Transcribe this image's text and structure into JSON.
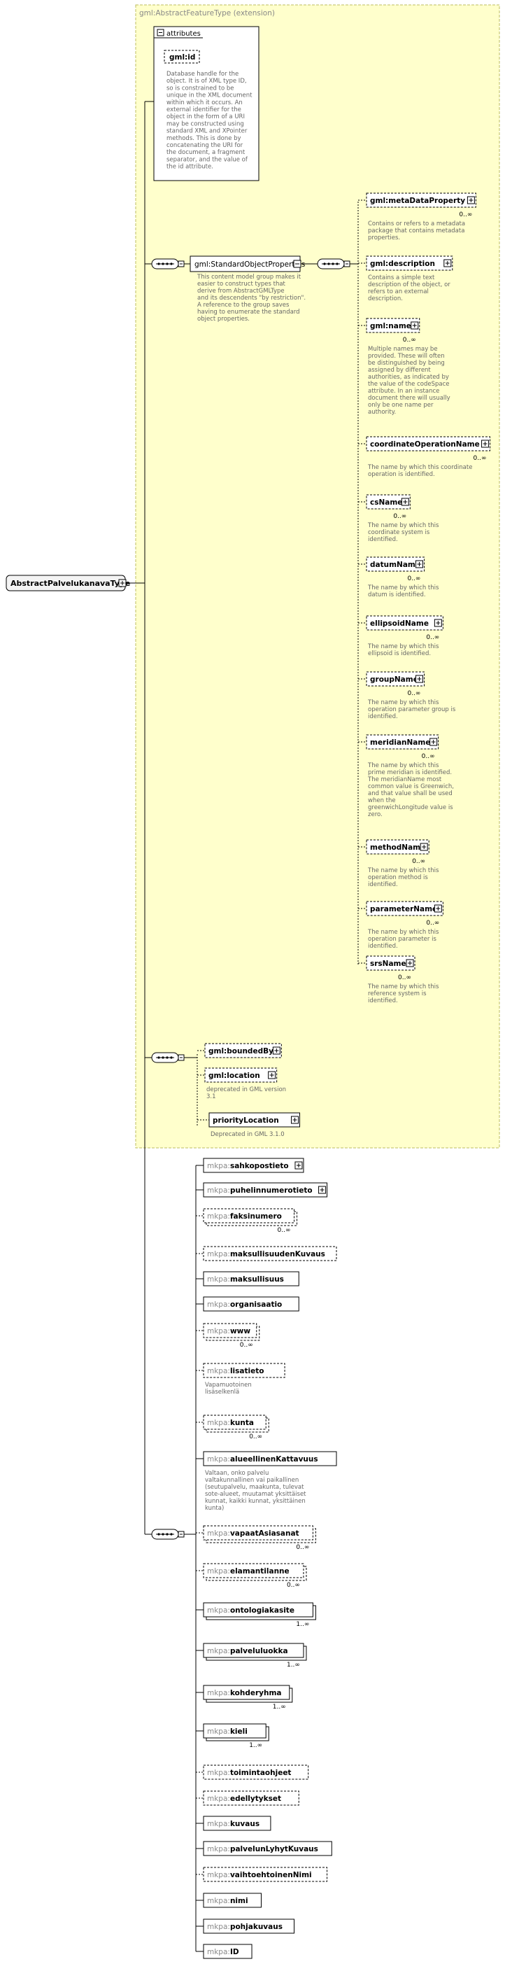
{
  "root_type": "AbstractPalvelukanavaType",
  "base_type": {
    "label": "gml:AbstractFeatureType",
    "qualifier": "(extension)"
  },
  "attributes_box": {
    "title": "attributes",
    "attribute": {
      "name": "gml:id",
      "doc": [
        "Database handle for the",
        "object.  It is of XML type ID,",
        "so is constrained to be",
        "unique in the XML document",
        "within which it occurs.  An",
        "external identifier for the",
        "object in the form of a URI",
        "may be constructed using",
        "standard XML and XPointer",
        "methods.  This is done by",
        "concatenating the URI for",
        "the document, a fragment",
        "separator, and the value of",
        "the id attribute."
      ]
    }
  },
  "standard_object_properties": {
    "name": "gml:StandardObjectProperties",
    "doc": [
      "This content model group makes it",
      "easier to construct types that",
      "derive from AbstractGMLType",
      "and its descendents \"by restriction\".",
      "A reference to the group saves",
      "having to enumerate the standard",
      "object properties."
    ],
    "elements": [
      {
        "name": "gml:metaDataProperty",
        "mult": "0..∞",
        "doc": [
          "Contains or refers to a metadata",
          "package that contains metadata",
          "properties."
        ]
      },
      {
        "name": "gml:description",
        "mult": "",
        "doc": [
          "Contains a simple text",
          "description of the object, or",
          "refers to an external",
          "description."
        ]
      },
      {
        "name": "gml:name",
        "mult": "0..∞",
        "doc": [
          "Multiple names may be",
          "provided.  These will often",
          "be distinguished by being",
          "assigned by different",
          "authorities, as indicated by",
          "the value of the codeSpace",
          "attribute.  In an instance",
          "document there will usually",
          "only be one name per",
          "authority."
        ]
      },
      {
        "name": "coordinateOperationName",
        "mult": "0..∞",
        "doc": [
          "The name by which this coordinate",
          "operation is identified."
        ]
      },
      {
        "name": "csName",
        "mult": "0..∞",
        "doc": [
          "The name by which this",
          "coordinate system is",
          "identified."
        ]
      },
      {
        "name": "datumName",
        "mult": "0..∞",
        "doc": [
          "The name by which this",
          "datum is identified."
        ]
      },
      {
        "name": "ellipsoidName",
        "mult": "0..∞",
        "doc": [
          "The name by which this",
          "ellipsoid is identified."
        ]
      },
      {
        "name": "groupName",
        "mult": "0..∞",
        "doc": [
          "The name by which this",
          "operation parameter group is",
          "identified."
        ]
      },
      {
        "name": "meridianName",
        "mult": "0..∞",
        "doc": [
          "The name by which this",
          "prime meridian is identified.",
          "The meridianName most",
          "common value is Greenwich,",
          "and that value shall be used",
          "when the",
          "greenwichLongitude value is",
          "zero."
        ]
      },
      {
        "name": "methodName",
        "mult": "0..∞",
        "doc": [
          "The name by which this",
          "operation method is",
          "identified."
        ]
      },
      {
        "name": "parameterName",
        "mult": "0..∞",
        "doc": [
          "The name by which this",
          "operation parameter is",
          "identified."
        ]
      },
      {
        "name": "srsName",
        "mult": "0..∞",
        "doc": [
          "The name by which this",
          "reference system is",
          "identified."
        ]
      }
    ]
  },
  "feature_sequence": [
    {
      "name": "gml:boundedBy",
      "doc": []
    },
    {
      "name": "gml:location",
      "doc": [
        "deprecated in GML version",
        "3.1"
      ]
    },
    {
      "name": "priorityLocation",
      "doc": [
        "Deprecated in GML 3.1.0"
      ]
    }
  ],
  "extension_sequence": [
    {
      "prefix": "mkpa:",
      "name": "sahkopostieto",
      "mult": "",
      "doc": []
    },
    {
      "prefix": "mkpa:",
      "name": "puhelinnumerotieto",
      "mult": "",
      "doc": []
    },
    {
      "prefix": "mkpa:",
      "name": "faksinumero",
      "mult": "0..∞",
      "doc": []
    },
    {
      "prefix": "mkpa:",
      "name": "maksullisuudenKuvaus",
      "mult": "",
      "doc": []
    },
    {
      "prefix": "mkpa:",
      "name": "maksullisuus",
      "mult": "",
      "doc": []
    },
    {
      "prefix": "mkpa:",
      "name": "organisaatio",
      "mult": "",
      "doc": []
    },
    {
      "prefix": "mkpa:",
      "name": "www",
      "mult": "0..∞",
      "doc": []
    },
    {
      "prefix": "mkpa:",
      "name": "lisatieto",
      "mult": "",
      "doc": [
        "Vapamuotoinen",
        "lisäselkenlä"
      ]
    },
    {
      "prefix": "mkpa:",
      "name": "kunta",
      "mult": "0..∞",
      "doc": []
    },
    {
      "prefix": "mkpa:",
      "name": "alueellinenKattavuus",
      "mult": "",
      "doc": [
        "Valtaan, onko palvelu",
        "valtakunnallinen vai paikallinen",
        "(seutupalvelu, maakunta, tulevat",
        "sote-alueet, muutamat yksittäiset",
        "kunnat, kaikki kunnat, yksittäinen",
        "kunta)"
      ]
    },
    {
      "prefix": "mkpa:",
      "name": "vapaatAsiasanat",
      "mult": "0..∞",
      "doc": []
    },
    {
      "prefix": "mkpa:",
      "name": "elamantilanne",
      "mult": "0..∞",
      "doc": []
    },
    {
      "prefix": "mkpa:",
      "name": "ontologiakasite",
      "mult": "1..∞",
      "doc": []
    },
    {
      "prefix": "mkpa:",
      "name": "palveluluokka",
      "mult": "1..∞",
      "doc": []
    },
    {
      "prefix": "mkpa:",
      "name": "kohderyhma",
      "mult": "1..∞",
      "doc": []
    },
    {
      "prefix": "mkpa:",
      "name": "kieli",
      "mult": "1..∞",
      "doc": []
    },
    {
      "prefix": "mkpa:",
      "name": "toimintaohjeet",
      "mult": "",
      "doc": []
    },
    {
      "prefix": "mkpa:",
      "name": "edellytykset",
      "mult": "",
      "doc": []
    },
    {
      "prefix": "mkpa:",
      "name": "kuvaus",
      "mult": "",
      "doc": []
    },
    {
      "prefix": "mkpa:",
      "name": "palvelunLyhytKuvaus",
      "mult": "",
      "doc": []
    },
    {
      "prefix": "mkpa:",
      "name": "vaihtoehtoinenNimi",
      "mult": "",
      "doc": []
    },
    {
      "prefix": "mkpa:",
      "name": "nimi",
      "mult": "",
      "doc": []
    },
    {
      "prefix": "mkpa:",
      "name": "pohjakuvaus",
      "mult": "",
      "doc": []
    },
    {
      "prefix": "mkpa:",
      "name": "ID",
      "mult": "",
      "doc": []
    }
  ],
  "colors": {
    "extension_fill": "#ffffcc",
    "extension_border": "#bdbd60",
    "doc_text": "#666666",
    "line": "#000000"
  }
}
